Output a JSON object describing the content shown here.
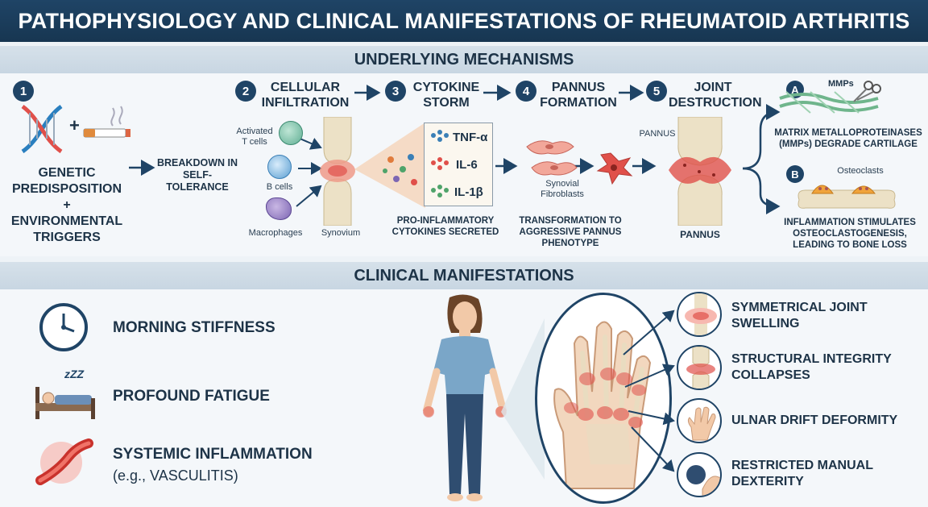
{
  "title": "PATHOPHYSIOLOGY AND CLINICAL MANIFESTATIONS OF RHEUMATOID ARTHRITIS",
  "mechanisms": {
    "heading": "UNDERLYING MECHANISMS",
    "step1": {
      "number": "1",
      "plus": "+",
      "label_line1": "GENETIC",
      "label_line2": "PREDISPOSITION",
      "label_line3": "+",
      "label_line4": "ENVIRONMENTAL",
      "label_line5": "TRIGGERS"
    },
    "breakdown_line1": "BREAKDOWN IN",
    "breakdown_line2": "SELF-TOLERANCE",
    "step2": {
      "number": "2",
      "title_line1": "CELLULAR",
      "title_line2": "INFILTRATION",
      "activated_line1": "Activated",
      "activated_line2": "T cells",
      "b_cells": "B cells",
      "macrophages": "Macrophages",
      "synovium": "Synovium"
    },
    "step3": {
      "number": "3",
      "title_line1": "CYTOKINE",
      "title_line2": "STORM",
      "cytokines": [
        "TNF-α",
        "IL-6",
        "IL-1β"
      ],
      "caption_line1": "PRO-INFLAMMATORY",
      "caption_line2": "CYTOKINES SECRETED"
    },
    "step4": {
      "number": "4",
      "title_line1": "PANNUS",
      "title_line2": "FORMATION",
      "fibro_line1": "Synovial",
      "fibro_line2": "Fibroblasts",
      "caption_line1": "TRANSFORMATION TO",
      "caption_line2": "AGGRESSIVE PANNUS",
      "caption_line3": "PHENOTYPE"
    },
    "step5": {
      "number": "5",
      "title_line1": "JOINT",
      "title_line2": "DESTRUCTION",
      "pannus_label": "PANNUS",
      "caption": "PANNUS"
    },
    "outcomeA": {
      "letter": "A",
      "mmps": "MMPs",
      "caption_line1": "MATRIX METALLOPROTEINASES",
      "caption_line2": "(MMPs) DEGRADE CARTILAGE"
    },
    "outcomeB": {
      "letter": "B",
      "osteoclasts": "Osteoclasts",
      "caption_line1": "INFLAMMATION STIMULATES",
      "caption_line2": "OSTEOCLASTOGENESIS,",
      "caption_line3": "LEADING TO BONE LOSS"
    }
  },
  "clinical": {
    "heading": "CLINICAL MANIFESTATIONS",
    "left_items": [
      {
        "icon": "clock-icon",
        "label": "MORNING STIFFNESS"
      },
      {
        "icon": "sleeping-person-icon",
        "label": "PROFOUND FATIGUE",
        "zzz": "zZZ"
      },
      {
        "icon": "inflamed-vessel-icon",
        "label": "SYSTEMIC INFLAMMATION",
        "sublabel": "(e.g., VASCULITIS)"
      }
    ],
    "right_items": [
      {
        "icon": "swollen-joint-icon",
        "line1": "SYMMETRICAL JOINT",
        "line2": "SWELLING"
      },
      {
        "icon": "collapsed-joint-icon",
        "line1": "STRUCTURAL INTEGRITY",
        "line2": "COLLAPSES"
      },
      {
        "icon": "ulnar-drift-hand-icon",
        "line1": "ULNAR DRIFT DEFORMITY",
        "line2": ""
      },
      {
        "icon": "hand-grip-icon",
        "line1": "RESTRICTED MANUAL",
        "line2": "DEXTERITY"
      }
    ]
  },
  "colors": {
    "navy": "#1f4466",
    "inflammation": "#e0504a",
    "cartilage": "#e9dcc0",
    "band": "#cfdbe5"
  }
}
